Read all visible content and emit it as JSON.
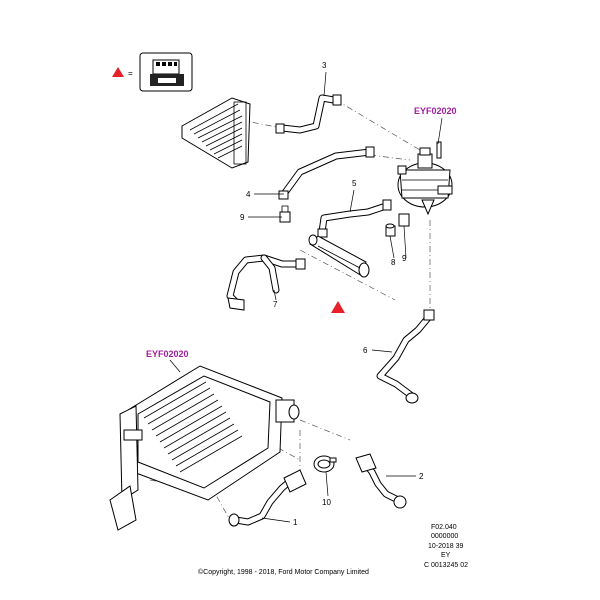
{
  "legend": {
    "equals": "=",
    "warning_color": "#e8202a"
  },
  "callouts": [
    {
      "id": "c1",
      "label": "1"
    },
    {
      "id": "c2",
      "label": "2"
    },
    {
      "id": "c3",
      "label": "3"
    },
    {
      "id": "c4",
      "label": "4"
    },
    {
      "id": "c5",
      "label": "5"
    },
    {
      "id": "c6",
      "label": "6"
    },
    {
      "id": "c7",
      "label": "7"
    },
    {
      "id": "c8",
      "label": "8"
    },
    {
      "id": "c9a",
      "label": "9"
    },
    {
      "id": "c9b",
      "label": "9"
    },
    {
      "id": "c10",
      "label": "10"
    }
  ],
  "references": {
    "top": "EYF02020",
    "left": "EYF02020",
    "color": "#a020a0"
  },
  "meta": {
    "line1": "F02.040",
    "line2": "0000000",
    "line3": "10-2018 39",
    "line4": "EY",
    "line5": "C 0013245 02"
  },
  "copyright": "©Copyright, 1998 - 2018, Ford Motor Company Limited"
}
